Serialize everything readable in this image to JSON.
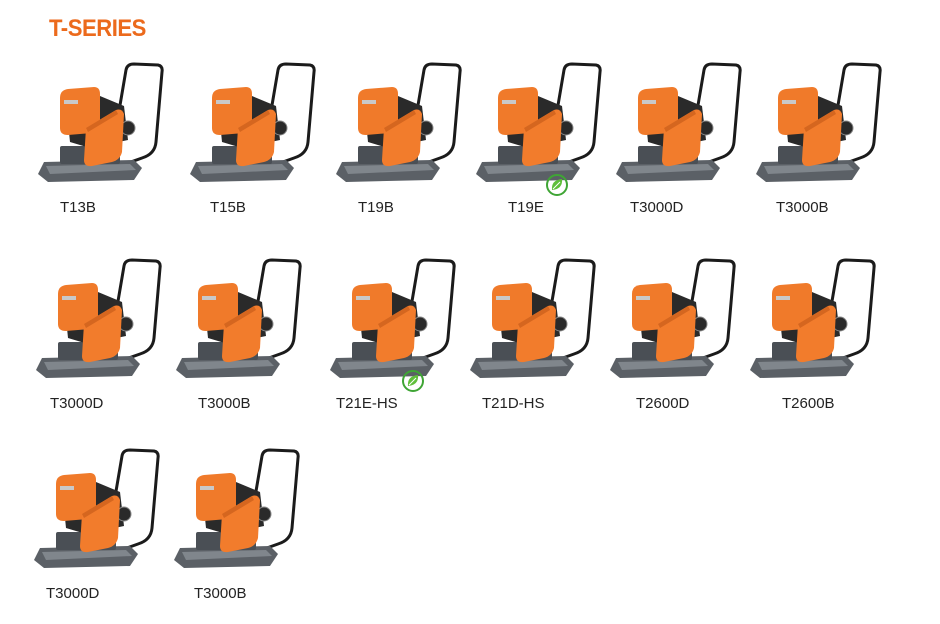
{
  "title": "T-SERIES",
  "colors": {
    "brand": "#ec6a1c",
    "machine_orange": "#f07a2a",
    "plate": "#5b6066",
    "eco_green": "#3fa535"
  },
  "products": [
    {
      "model": "T13B",
      "eco": false
    },
    {
      "model": "T15B",
      "eco": false
    },
    {
      "model": "T19B",
      "eco": false
    },
    {
      "model": "T19E",
      "eco": true
    },
    {
      "model": "T3000D",
      "eco": false
    },
    {
      "model": "T3000B",
      "eco": false
    },
    {
      "model": "T3000D",
      "eco": false
    },
    {
      "model": "T3000B",
      "eco": false
    },
    {
      "model": "T21E-HS",
      "eco": true
    },
    {
      "model": "T21D-HS",
      "eco": false
    },
    {
      "model": "T2600D",
      "eco": false
    },
    {
      "model": "T2600B",
      "eco": false
    },
    {
      "model": "T3000D",
      "eco": false
    },
    {
      "model": "T3000B",
      "eco": false
    }
  ]
}
